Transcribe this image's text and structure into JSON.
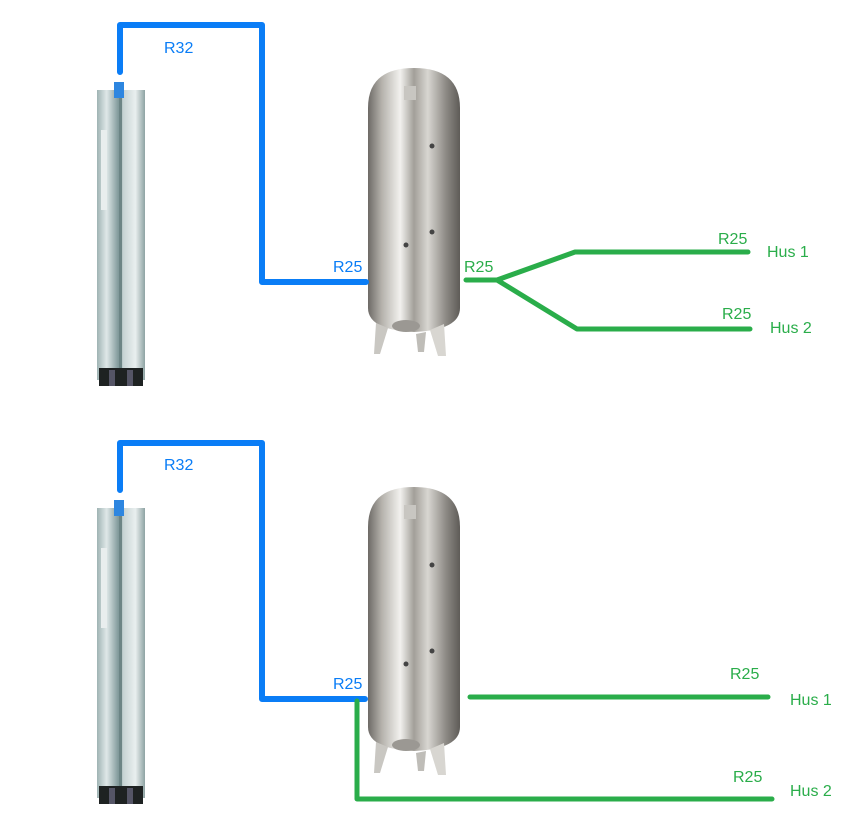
{
  "colors": {
    "supply_pipe": "#0a7df6",
    "distribution_pipe": "#2aad4a"
  },
  "diagrams": [
    {
      "pump_to_tank_label": "R32",
      "tank_inlet_label": "R25",
      "tank_outlet_label": "R25",
      "branches": [
        {
          "size": "R25",
          "destination": "Hus 1"
        },
        {
          "size": "R25",
          "destination": "Hus 2"
        }
      ]
    },
    {
      "pump_to_tank_label": "R32",
      "tank_inlet_label": "R25",
      "branches": [
        {
          "size": "R25",
          "destination": "Hus 1"
        },
        {
          "size": "R25",
          "destination": "Hus 2"
        }
      ]
    }
  ]
}
